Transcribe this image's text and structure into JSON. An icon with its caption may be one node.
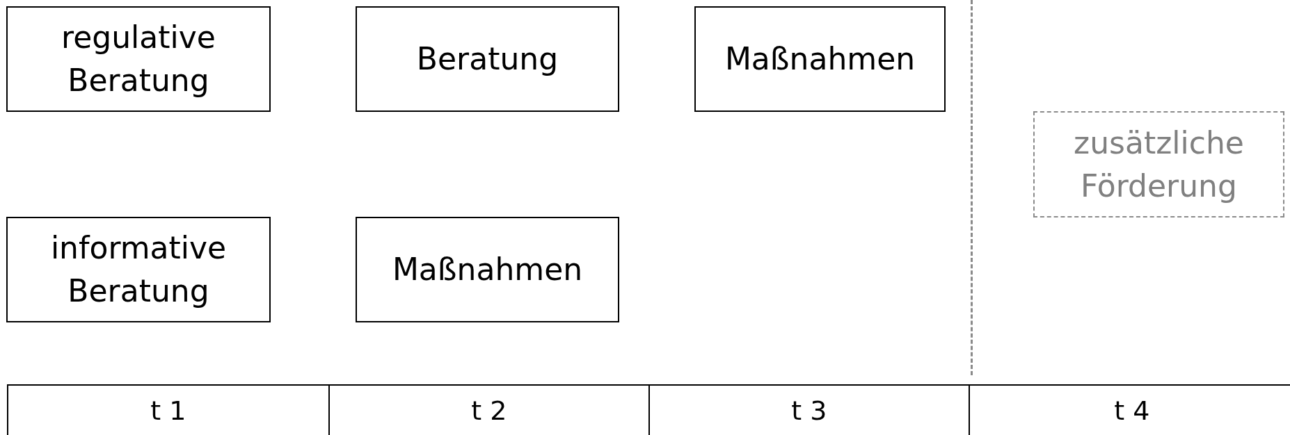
{
  "diagram": {
    "nodes": [
      {
        "text": [
          "regulative Beratung"
        ]
      },
      {
        "text": [
          "Beratung"
        ]
      },
      {
        "text": [
          "Maßnahmen"
        ]
      },
      {
        "text": [
          "zusätzliche Förderung"
        ]
      },
      {
        "text": [
          "informative Beratung"
        ]
      },
      {
        "text": [
          "Maßnahmen"
        ]
      }
    ],
    "labels": [
      "t 1",
      "t 2",
      "t 3",
      "t 4"
    ]
  }
}
